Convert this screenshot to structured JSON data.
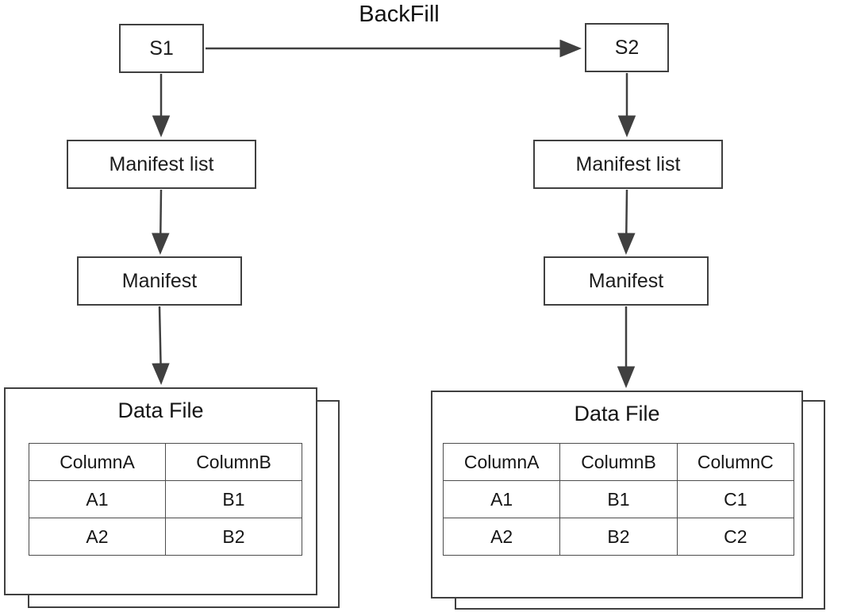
{
  "title": "BackFill",
  "colors": {
    "line": "#404040",
    "text": "#1c1c1c",
    "background": "#ffffff"
  },
  "left": {
    "snapshot_label": "S1",
    "manifest_list_label": "Manifest list",
    "manifest_label": "Manifest",
    "data_file": {
      "title": "Data File",
      "table": {
        "headers": [
          "ColumnA",
          "ColumnB"
        ],
        "rows": [
          [
            "A1",
            "B1"
          ],
          [
            "A2",
            "B2"
          ]
        ]
      }
    }
  },
  "right": {
    "snapshot_label": "S2",
    "manifest_list_label": "Manifest list",
    "manifest_label": "Manifest",
    "data_file": {
      "title": "Data File",
      "table": {
        "headers": [
          "ColumnA",
          "ColumnB",
          "ColumnC"
        ],
        "rows": [
          [
            "A1",
            "B1",
            "C1"
          ],
          [
            "A2",
            "B2",
            "C2"
          ]
        ]
      }
    }
  }
}
